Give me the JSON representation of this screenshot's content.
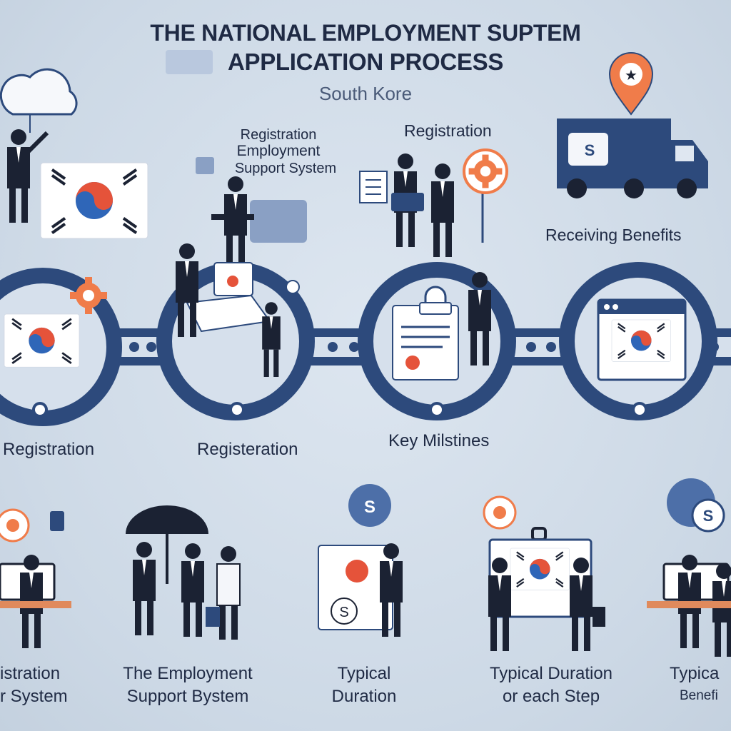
{
  "header": {
    "title_line1": "THE NATIONAL EMPLOYMENT SUPTEM",
    "title_line2": "APPLICATION PROCESS",
    "subtitle": "South Kore"
  },
  "top_labels": {
    "registration_block_1": "Registration",
    "registration_block_2": "Employment",
    "registration_block_3": "Support System",
    "registration_right": "Registration",
    "receiving_benefits": "Receiving Benefits"
  },
  "timeline": {
    "labels": [
      "Registration",
      "Registeration",
      "Key Milstines"
    ]
  },
  "bottom_labels": [
    {
      "line1": "istration",
      "line2": "r System"
    },
    {
      "line1": "The Employment",
      "line2": "Support Bystem"
    },
    {
      "line1": "Typical",
      "line2": "Duration"
    },
    {
      "line1": "Typical Duration",
      "line2": "or each Step"
    },
    {
      "line1": "Typica",
      "line2": "Benefi"
    }
  ],
  "colors": {
    "navy": "#2d4a7c",
    "figure": "#1b2233",
    "flag_red": "#e5533a",
    "flag_blue": "#2f66b8",
    "accent_orange": "#f07c4a"
  },
  "icons": [
    "cloud-icon",
    "korean-flag-icon",
    "map-pin-icon",
    "truck-icon",
    "gear-icon",
    "umbrella-icon",
    "document-icon",
    "laptop-icon",
    "coin-icon"
  ]
}
